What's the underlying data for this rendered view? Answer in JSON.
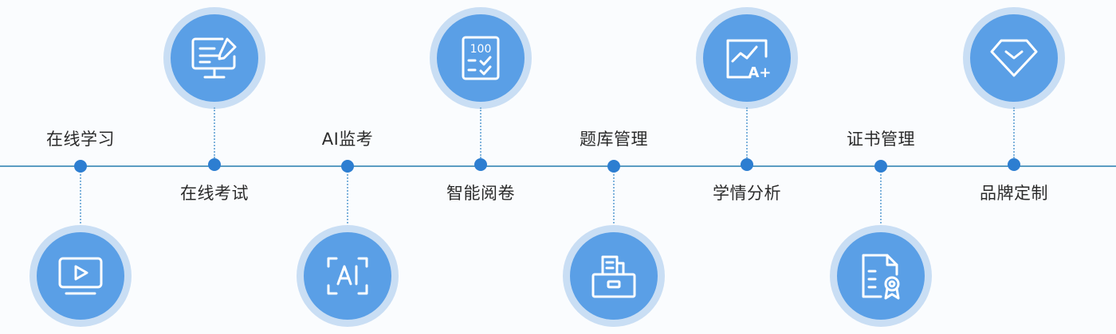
{
  "steps": [
    {
      "label": "在线学习",
      "icon": "play-video-icon"
    },
    {
      "label": "在线考试",
      "icon": "monitor-edit-icon"
    },
    {
      "label": "AI监考",
      "icon": "ai-scan-icon"
    },
    {
      "label": "智能阅卷",
      "icon": "score-check-icon",
      "icon_text": "100"
    },
    {
      "label": "题库管理",
      "icon": "file-box-icon"
    },
    {
      "label": "学情分析",
      "icon": "chart-grade-icon",
      "icon_text": "A+"
    },
    {
      "label": "证书管理",
      "icon": "certificate-icon"
    },
    {
      "label": "品牌定制",
      "icon": "diamond-icon"
    }
  ],
  "colors": {
    "line": "#5a9cc2",
    "dot": "#2d7ed1",
    "circle": "#5a9fe6",
    "halo": "#c9def4"
  }
}
